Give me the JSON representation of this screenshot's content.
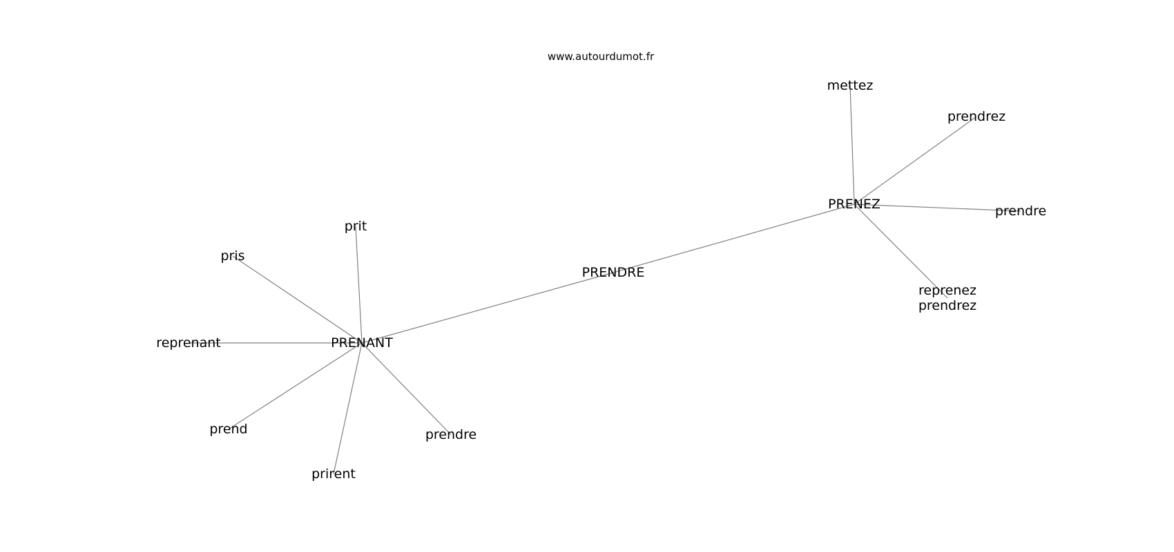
{
  "source_label": "www.autourdumot.fr",
  "colors": {
    "edge": "#808080",
    "text": "#000000",
    "background": "#ffffff"
  },
  "nodes": [
    {
      "id": "prendre_center",
      "label": "PRENDRE"
    },
    {
      "id": "prenant",
      "label": "PRENANT"
    },
    {
      "id": "prenez",
      "label": "PRENEZ"
    },
    {
      "id": "prit",
      "label": "prit"
    },
    {
      "id": "pris",
      "label": "pris"
    },
    {
      "id": "reprenant",
      "label": "reprenant"
    },
    {
      "id": "prend",
      "label": "prend"
    },
    {
      "id": "prirent",
      "label": "prirent"
    },
    {
      "id": "prendre_a",
      "label": "prendre"
    },
    {
      "id": "mettez",
      "label": "mettez"
    },
    {
      "id": "prendrez",
      "label": "prendrez"
    },
    {
      "id": "prendre_b",
      "label": "prendre"
    },
    {
      "id": "reprenez_prendrez",
      "label": "reprenez\nprendrez"
    }
  ],
  "edges": [
    [
      "prenant",
      "prendre_center"
    ],
    [
      "prendre_center",
      "prenez"
    ],
    [
      "prenant",
      "prit"
    ],
    [
      "prenant",
      "pris"
    ],
    [
      "prenant",
      "reprenant"
    ],
    [
      "prenant",
      "prend"
    ],
    [
      "prenant",
      "prirent"
    ],
    [
      "prenant",
      "prendre_a"
    ],
    [
      "prenez",
      "mettez"
    ],
    [
      "prenez",
      "prendrez"
    ],
    [
      "prenez",
      "prendre_b"
    ],
    [
      "prenez",
      "reprenez_prendrez"
    ]
  ]
}
